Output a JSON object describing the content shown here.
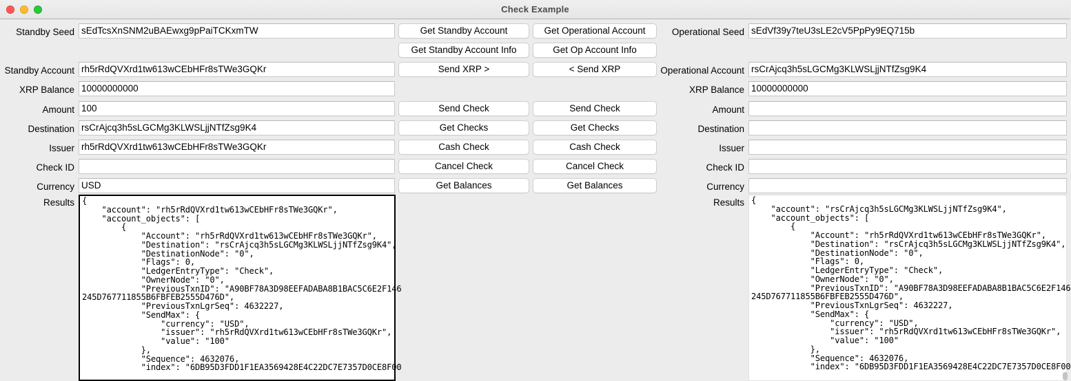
{
  "window": {
    "title": "Check Example",
    "controls": {
      "close": "close-button",
      "minimize": "minimize-button",
      "maximize": "maximize-button"
    }
  },
  "left_panel": {
    "fields": [
      {
        "label": "Standby Seed",
        "value": "sEdTcsXnSNM2uBAEwxg9pPaiTCKxmTW",
        "placeholder": ""
      },
      {
        "label": "Standby Account",
        "value": "rh5rRdQVXrd1tw613wCEbHFr8sTWe3GQKr",
        "placeholder": ""
      },
      {
        "label": "XRP Balance",
        "value": "10000000000",
        "placeholder": ""
      },
      {
        "label": "Amount",
        "value": "100",
        "placeholder": ""
      },
      {
        "label": "Destination",
        "value": "rsCrAjcq3h5sLGCMg3KLWSLjjNTfZsg9K4",
        "placeholder": ""
      },
      {
        "label": "Issuer",
        "value": "rh5rRdQVXrd1tw613wCEbHFr8sTWe3GQKr",
        "placeholder": ""
      },
      {
        "label": "Check ID",
        "value": "",
        "placeholder": ""
      },
      {
        "label": "Currency",
        "value": "USD",
        "placeholder": ""
      }
    ],
    "results_label": "Results",
    "results_text": "{\n    \"account\": \"rh5rRdQVXrd1tw613wCEbHFr8sTWe3GQKr\",\n    \"account_objects\": [\n        {\n            \"Account\": \"rh5rRdQVXrd1tw613wCEbHFr8sTWe3GQKr\",\n            \"Destination\": \"rsCrAjcq3h5sLGCMg3KLWSLjjNTfZsg9K4\",\n            \"DestinationNode\": \"0\",\n            \"Flags\": 0,\n            \"LedgerEntryType\": \"Check\",\n            \"OwnerNode\": \"0\",\n            \"PreviousTxnID\": \"A90BF78A3D98EEFADABA8B1BAC5C6E2F146\n245D767711855B6FBFEB2555D476D\",\n            \"PreviousTxnLgrSeq\": 4632227,\n            \"SendMax\": {\n                \"currency\": \"USD\",\n                \"issuer\": \"rh5rRdQVXrd1tw613wCEbHFr8sTWe3GQKr\",\n                \"value\": \"100\"\n            },\n            \"Sequence\": 4632076,\n            \"index\": \"6DB95D3FDD1F1EA3569428E4C22DC7E7357D0CE8F00"
  },
  "right_panel": {
    "fields": [
      {
        "label": "Operational Seed",
        "value": "sEdVf39y7teU3sLE2cV5PpPy9EQ715b",
        "placeholder": ""
      },
      {
        "label": "Operational Account",
        "value": "rsCrAjcq3h5sLGCMg3KLWSLjjNTfZsg9K4",
        "placeholder": ""
      },
      {
        "label": "XRP Balance",
        "value": "10000000000",
        "placeholder": ""
      },
      {
        "label": "Amount",
        "value": "",
        "placeholder": ""
      },
      {
        "label": "Destination",
        "value": "",
        "placeholder": ""
      },
      {
        "label": "Issuer",
        "value": "",
        "placeholder": ""
      },
      {
        "label": "Check ID",
        "value": "",
        "placeholder": ""
      },
      {
        "label": "Currency",
        "value": "",
        "placeholder": ""
      }
    ],
    "results_label": "Results",
    "results_text": "{\n    \"account\": \"rsCrAjcq3h5sLGCMg3KLWSLjjNTfZsg9K4\",\n    \"account_objects\": [\n        {\n            \"Account\": \"rh5rRdQVXrd1tw613wCEbHFr8sTWe3GQKr\",\n            \"Destination\": \"rsCrAjcq3h5sLGCMg3KLWSLjjNTfZsg9K4\",\n            \"DestinationNode\": \"0\",\n            \"Flags\": 0,\n            \"LedgerEntryType\": \"Check\",\n            \"OwnerNode\": \"0\",\n            \"PreviousTxnID\": \"A90BF78A3D98EEFADABA8B1BAC5C6E2F146\n245D767711855B6FBFEB2555D476D\",\n            \"PreviousTxnLgrSeq\": 4632227,\n            \"SendMax\": {\n                \"currency\": \"USD\",\n                \"issuer\": \"rh5rRdQVXrd1tw613wCEbHFr8sTWe3GQKr\",\n                \"value\": \"100\"\n            },\n            \"Sequence\": 4632076,\n            \"index\": \"6DB95D3FDD1F1EA3569428E4C22DC7E7357D0CE8F00"
  },
  "buttons": {
    "left": [
      "Get Standby Account",
      "Get Standby Account Info",
      "Send XRP >",
      "Send  Check",
      "Get Checks",
      "Cash  Check",
      "Cancel  Check",
      "Get Balances"
    ],
    "right": [
      "Get Operational Account",
      "Get Op Account Info",
      "< Send XRP",
      "Send Check",
      "Get Checks",
      "Cash Check",
      "Cancel Check",
      "Get Balances"
    ]
  },
  "colors": {
    "window_chrome": "#ececec",
    "field_background": "#ffffff",
    "focus_border": "#000000",
    "close": "#fc5b57",
    "minimize": "#fdbc2f",
    "maximize": "#2cc93f"
  }
}
